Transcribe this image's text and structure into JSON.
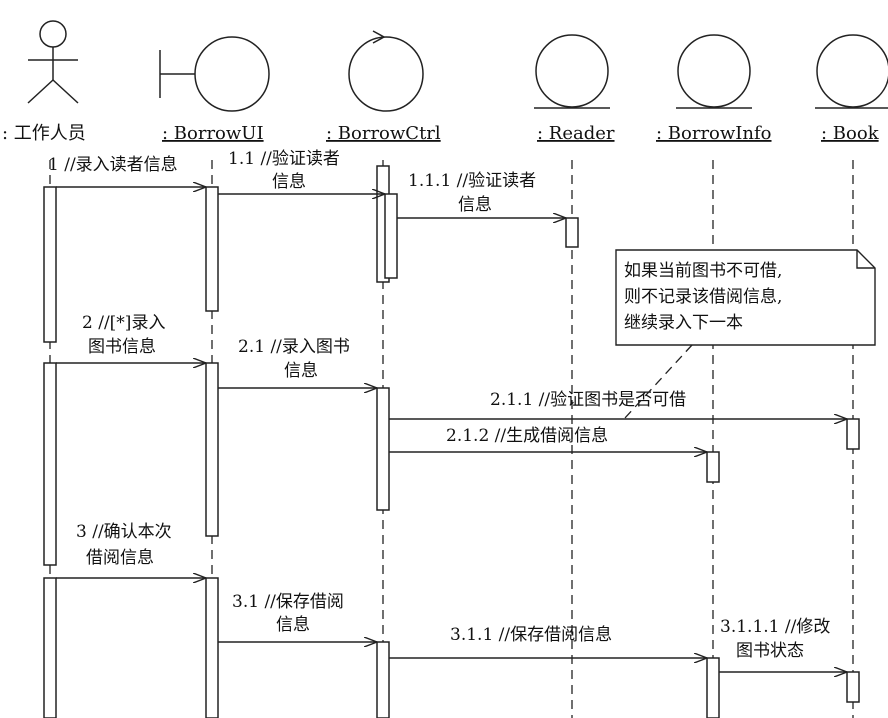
{
  "participants": {
    "actor": ": 工作人员",
    "borrow_ui": ": BorrowUI",
    "borrow_ctrl": ": BorrowCtrl",
    "reader": ": Reader",
    "borrow_info": ": BorrowInfo",
    "book": ": Book"
  },
  "messages": {
    "m1_line1": "1 //录入读者信息",
    "m1_1_line1": "1.1 //验证读者",
    "m1_1_line2": "信息",
    "m1_1_1_line1": "1.1.1 //验证读者",
    "m1_1_1_line2": "信息",
    "m2_line1": "2 //[*]录入",
    "m2_line2": "图书信息",
    "m2_1_line1": "2.1 //录入图书",
    "m2_1_line2": "信息",
    "m2_1_1": "2.1.1 //验证图书是否可借",
    "m2_1_2": "2.1.2 //生成借阅信息",
    "m3_line1": "3 //确认本次",
    "m3_line2": "借阅信息",
    "m3_1_line1": "3.1 //保存借阅",
    "m3_1_line2": "信息",
    "m3_1_1": "3.1.1 //保存借阅信息",
    "m3_1_1_1_line1": "3.1.1.1 //修改",
    "m3_1_1_1_line2": "图书状态"
  },
  "note": {
    "line1": "如果当前图书不可借,",
    "line2": "则不记录该借阅信息,",
    "line3": "继续录入下一本"
  }
}
